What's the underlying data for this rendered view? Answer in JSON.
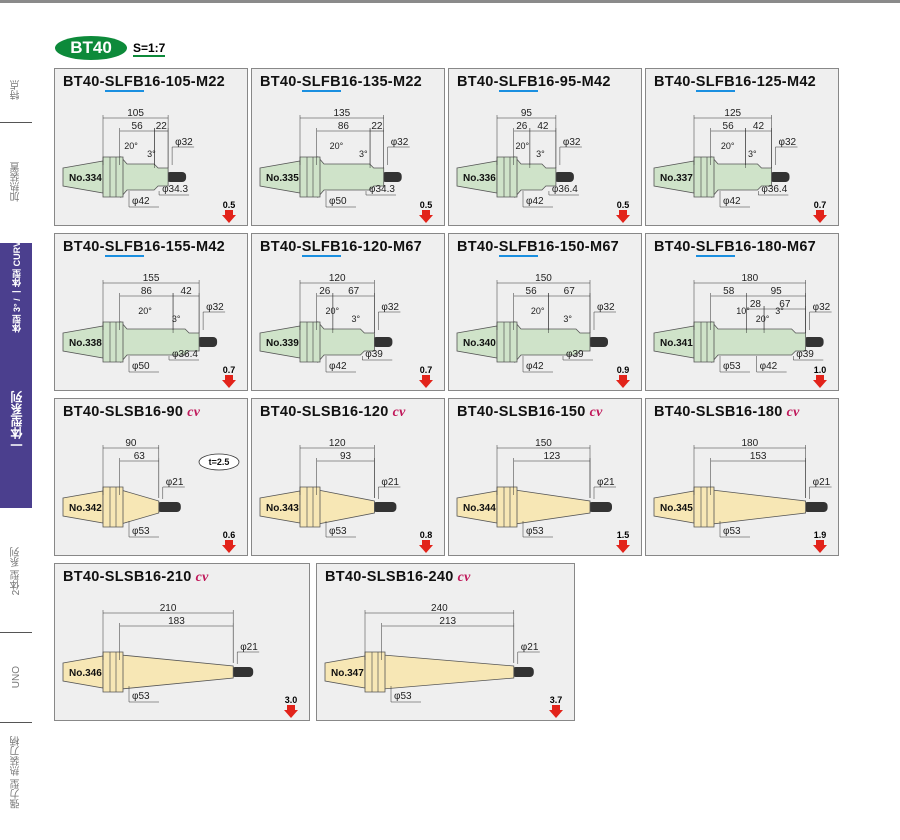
{
  "header": {
    "series_badge": "BT40",
    "scale": "S=1:7"
  },
  "sidebar": [
    {
      "label": "特点",
      "active": false
    },
    {
      "label": "加热装置",
      "active": false
    },
    {
      "label": "一体型 3° / 一体型 CURVE",
      "active": true
    },
    {
      "label": "一体型系列",
      "active": true
    },
    {
      "label": "2体型 系列",
      "active": false
    },
    {
      "label": "UNO",
      "active": false
    },
    {
      "label": "强力型 热装刀柄",
      "active": false
    }
  ],
  "colors": {
    "green_body": "#cfe3c9",
    "yellow_body": "#f7e7b5",
    "shaft": "#333333",
    "accent_underline": "#1a8fe0",
    "cv": "#c0185a",
    "weight_arrow": "#e2231a"
  },
  "cards": [
    {
      "pre": "BT40-",
      "u": "SLFB",
      "post": "16-105-M22",
      "cv": "",
      "type": "A",
      "no": "No.334",
      "dims": [
        [
          "105"
        ],
        [
          "56",
          "22"
        ]
      ],
      "angles": [
        "20°",
        "3°"
      ],
      "right_dia": "φ32",
      "bottom_dias": [
        "φ42",
        "φ34.3"
      ],
      "weight": "0.5"
    },
    {
      "pre": "BT40-",
      "u": "SLFB",
      "post": "16-135-M22",
      "cv": "",
      "type": "A",
      "no": "No.335",
      "dims": [
        [
          "135"
        ],
        [
          "86",
          "22"
        ]
      ],
      "angles": [
        "20°",
        "3°"
      ],
      "right_dia": "φ32",
      "bottom_dias": [
        "φ50",
        "φ34.3"
      ],
      "weight": "0.5"
    },
    {
      "pre": "BT40-",
      "u": "SLFB",
      "post": "16-95-M42",
      "cv": "",
      "type": "A",
      "no": "No.336",
      "dims": [
        [
          "95"
        ],
        [
          "26",
          "42"
        ]
      ],
      "angles": [
        "20°",
        "3°"
      ],
      "right_dia": "φ32",
      "bottom_dias": [
        "φ42",
        "φ36.4"
      ],
      "weight": "0.5"
    },
    {
      "pre": "BT40-",
      "u": "SLFB",
      "post": "16-125-M42",
      "cv": "",
      "type": "A",
      "no": "No.337",
      "dims": [
        [
          "125"
        ],
        [
          "56",
          "42"
        ]
      ],
      "angles": [
        "20°",
        "3°"
      ],
      "right_dia": "φ32",
      "bottom_dias": [
        "φ42",
        "φ36.4"
      ],
      "weight": "0.7"
    },
    {
      "pre": "BT40-",
      "u": "SLFB",
      "post": "16-155-M42",
      "cv": "",
      "type": "A",
      "no": "No.338",
      "dims": [
        [
          "155"
        ],
        [
          "86",
          "42"
        ]
      ],
      "angles": [
        "20°",
        "3°"
      ],
      "right_dia": "φ32",
      "bottom_dias": [
        "φ50",
        "φ36.4"
      ],
      "weight": "0.7"
    },
    {
      "pre": "BT40-",
      "u": "SLFB",
      "post": "16-120-M67",
      "cv": "",
      "type": "A",
      "no": "No.339",
      "dims": [
        [
          "120"
        ],
        [
          "26",
          "67"
        ]
      ],
      "angles": [
        "20°",
        "3°"
      ],
      "right_dia": "φ32",
      "bottom_dias": [
        "φ42",
        "φ39"
      ],
      "weight": "0.7"
    },
    {
      "pre": "BT40-",
      "u": "SLFB",
      "post": "16-150-M67",
      "cv": "",
      "type": "A",
      "no": "No.340",
      "dims": [
        [
          "150"
        ],
        [
          "56",
          "67"
        ]
      ],
      "angles": [
        "20°",
        "3°"
      ],
      "right_dia": "φ32",
      "bottom_dias": [
        "φ42",
        "φ39"
      ],
      "weight": "0.9"
    },
    {
      "pre": "BT40-",
      "u": "SLFB",
      "post": "16-180-M67",
      "cv": "",
      "type": "A",
      "no": "No.341",
      "dims": [
        [
          "180"
        ],
        [
          "58",
          "95"
        ],
        [
          "28",
          "67"
        ]
      ],
      "angles": [
        "10°",
        "20°",
        "3°"
      ],
      "right_dia": "φ32",
      "bottom_dias": [
        "φ53",
        "φ42",
        "φ39"
      ],
      "weight": "1.0"
    },
    {
      "pre": "BT40-SLSB16-90",
      "u": "",
      "post": "",
      "cv": "cv",
      "type": "B",
      "no": "No.342",
      "dims": [
        [
          "90"
        ],
        [
          "63"
        ]
      ],
      "angles": [],
      "right_dia": "φ21",
      "bottom_dias": [
        "φ53"
      ],
      "weight": "0.6",
      "note": "t=2.5"
    },
    {
      "pre": "BT40-SLSB16-120",
      "u": "",
      "post": "",
      "cv": "cv",
      "type": "B",
      "no": "No.343",
      "dims": [
        [
          "120"
        ],
        [
          "93"
        ]
      ],
      "angles": [],
      "right_dia": "φ21",
      "bottom_dias": [
        "φ53"
      ],
      "weight": "0.8"
    },
    {
      "pre": "BT40-SLSB16-150",
      "u": "",
      "post": "",
      "cv": "cv",
      "type": "B",
      "no": "No.344",
      "dims": [
        [
          "150"
        ],
        [
          "123"
        ]
      ],
      "angles": [],
      "right_dia": "φ21",
      "bottom_dias": [
        "φ53"
      ],
      "weight": "1.5"
    },
    {
      "pre": "BT40-SLSB16-180",
      "u": "",
      "post": "",
      "cv": "cv",
      "type": "B",
      "no": "No.345",
      "dims": [
        [
          "180"
        ],
        [
          "153"
        ]
      ],
      "angles": [],
      "right_dia": "φ21",
      "bottom_dias": [
        "φ53"
      ],
      "weight": "1.9"
    },
    {
      "pre": "BT40-SLSB16-210",
      "u": "",
      "post": "",
      "cv": "cv",
      "type": "B",
      "no": "No.346",
      "dims": [
        [
          "210"
        ],
        [
          "183"
        ]
      ],
      "angles": [],
      "right_dia": "φ21",
      "bottom_dias": [
        "φ53"
      ],
      "weight": "3.0"
    },
    {
      "pre": "BT40-SLSB16-240",
      "u": "",
      "post": "",
      "cv": "cv",
      "type": "B",
      "no": "No.347",
      "dims": [
        [
          "240"
        ],
        [
          "213"
        ]
      ],
      "angles": [],
      "right_dia": "φ21",
      "bottom_dias": [
        "φ53"
      ],
      "weight": "3.7"
    }
  ]
}
